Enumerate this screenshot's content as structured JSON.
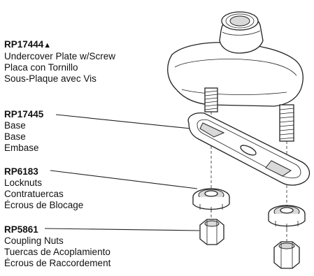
{
  "parts": [
    {
      "part_number": "RP17444",
      "symbol": "▲",
      "names": [
        "Undercover Plate w/Screw",
        "Placa con Tornillo",
        "Sous-Plaque avec Vis"
      ]
    },
    {
      "part_number": "RP17445",
      "names": [
        "Base",
        "Base",
        "Embase"
      ]
    },
    {
      "part_number": "RP6183",
      "names": [
        "Locknuts",
        "Contratuercas",
        "Écrous de Blocage"
      ]
    },
    {
      "part_number": "RP5861",
      "names": [
        "Coupling Nuts",
        "Tuercas de Acoplamiento",
        "Écrous de Raccordement"
      ]
    }
  ]
}
